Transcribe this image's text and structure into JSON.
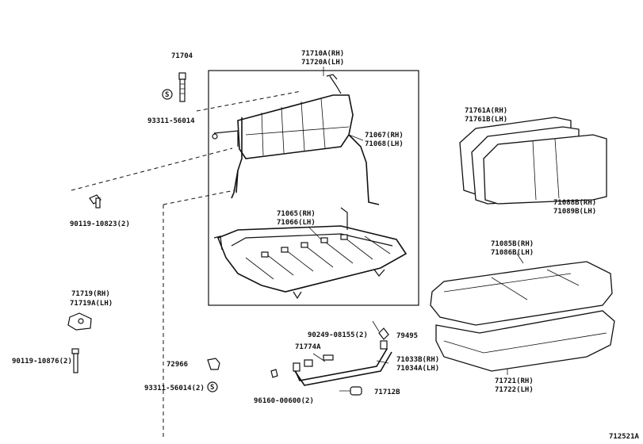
{
  "labels": {
    "p71704": "71704",
    "p93311_top": "93311-56014",
    "p71710a": "71710A(RH)",
    "p71720a": "71720A(LH)",
    "p71067": "71067(RH)",
    "p71068": "71068(LH)",
    "p71761a": "71761A(RH)",
    "p71761b": "71761B(LH)",
    "p71088b": "71088B(RH)",
    "p71089b": "71089B(LH)",
    "p90119_a": "90119-10823(2)",
    "p71065": "71065(RH)",
    "p71066": "71066(LH)",
    "p71085b": "71085B(RH)",
    "p71086b": "71086B(LH)",
    "p71719": "71719(RH)",
    "p71719a": "71719A(LH)",
    "p90249": "90249-08155(2)",
    "p79495": "79495",
    "p71774a": "71774A",
    "p71033b": "71033B(RH)",
    "p71034a": "71034A(LH)",
    "p90119_b": "90119-10876(2)",
    "p72966": "72966",
    "p93311_bot": "93311-56014(2)",
    "p96160": "96160-00600(2)",
    "p71712b": "71712B",
    "p71721": "71721(RH)",
    "p71722": "71722(LH)",
    "s_mark_top": "S",
    "s_mark_bot": "S",
    "diagram_id": "712521A"
  }
}
